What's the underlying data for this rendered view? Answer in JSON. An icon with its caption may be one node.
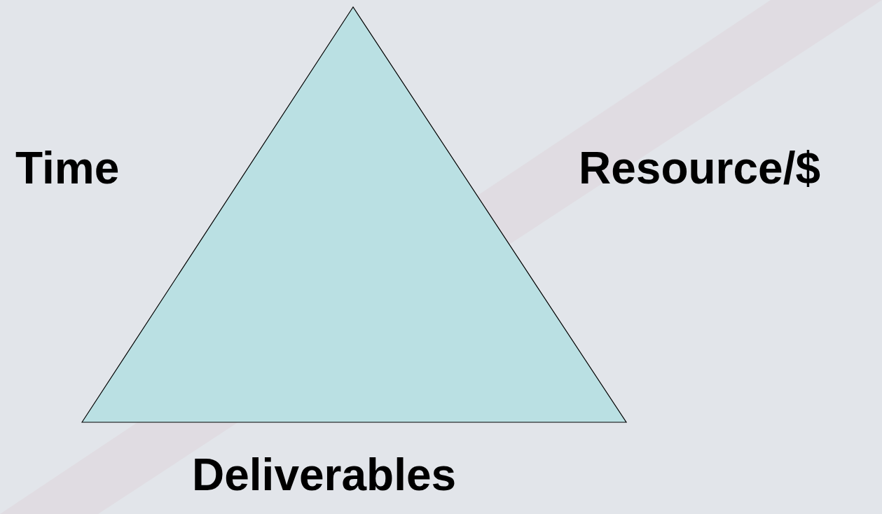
{
  "diagram": {
    "nodes": [
      {
        "text": [],
        "shape": "triangle"
      }
    ],
    "labels": [
      "Time",
      "Resource/$",
      "Deliverables"
    ]
  }
}
